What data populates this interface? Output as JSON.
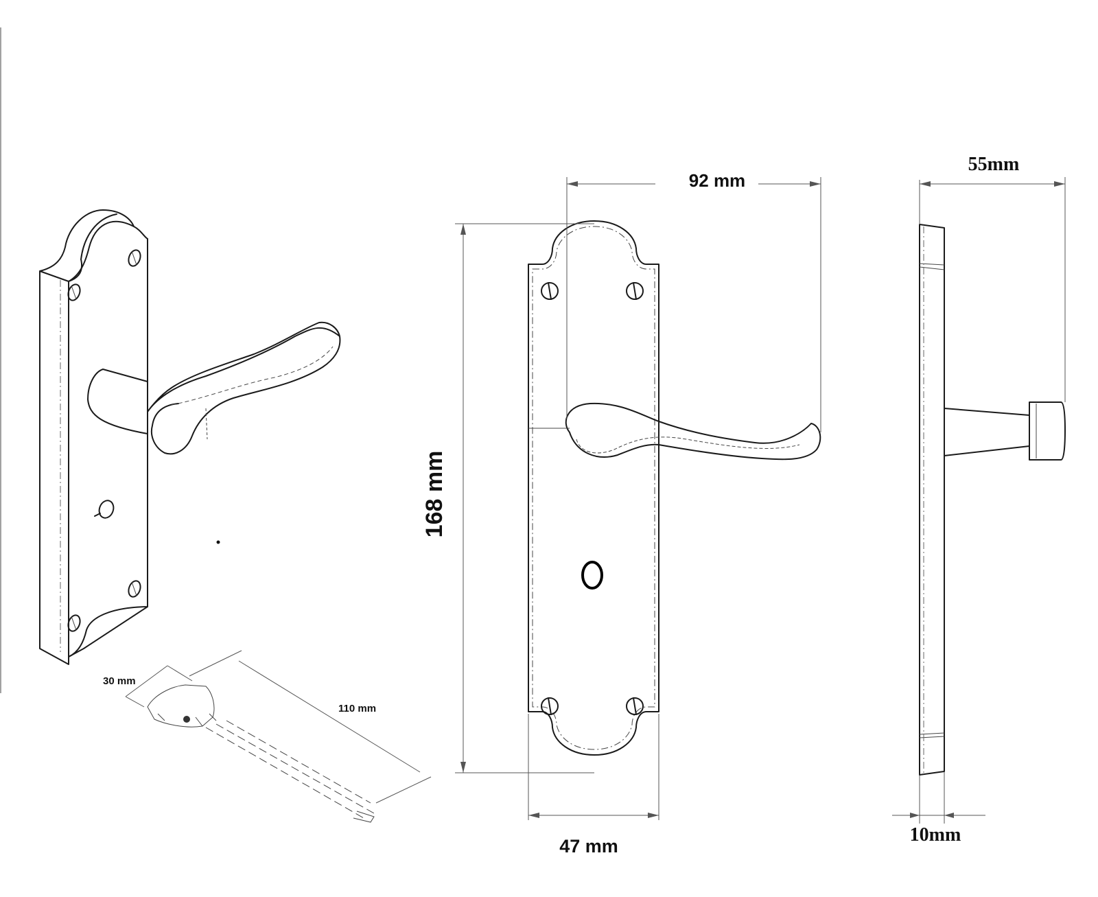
{
  "dimensions": {
    "width_handle": "92 mm",
    "width_side": "55mm",
    "height_plate": "168 mm",
    "width_plate": "47 mm",
    "depth_plate": "10mm",
    "spindle_short": "30 mm",
    "spindle_long": "110 mm"
  }
}
